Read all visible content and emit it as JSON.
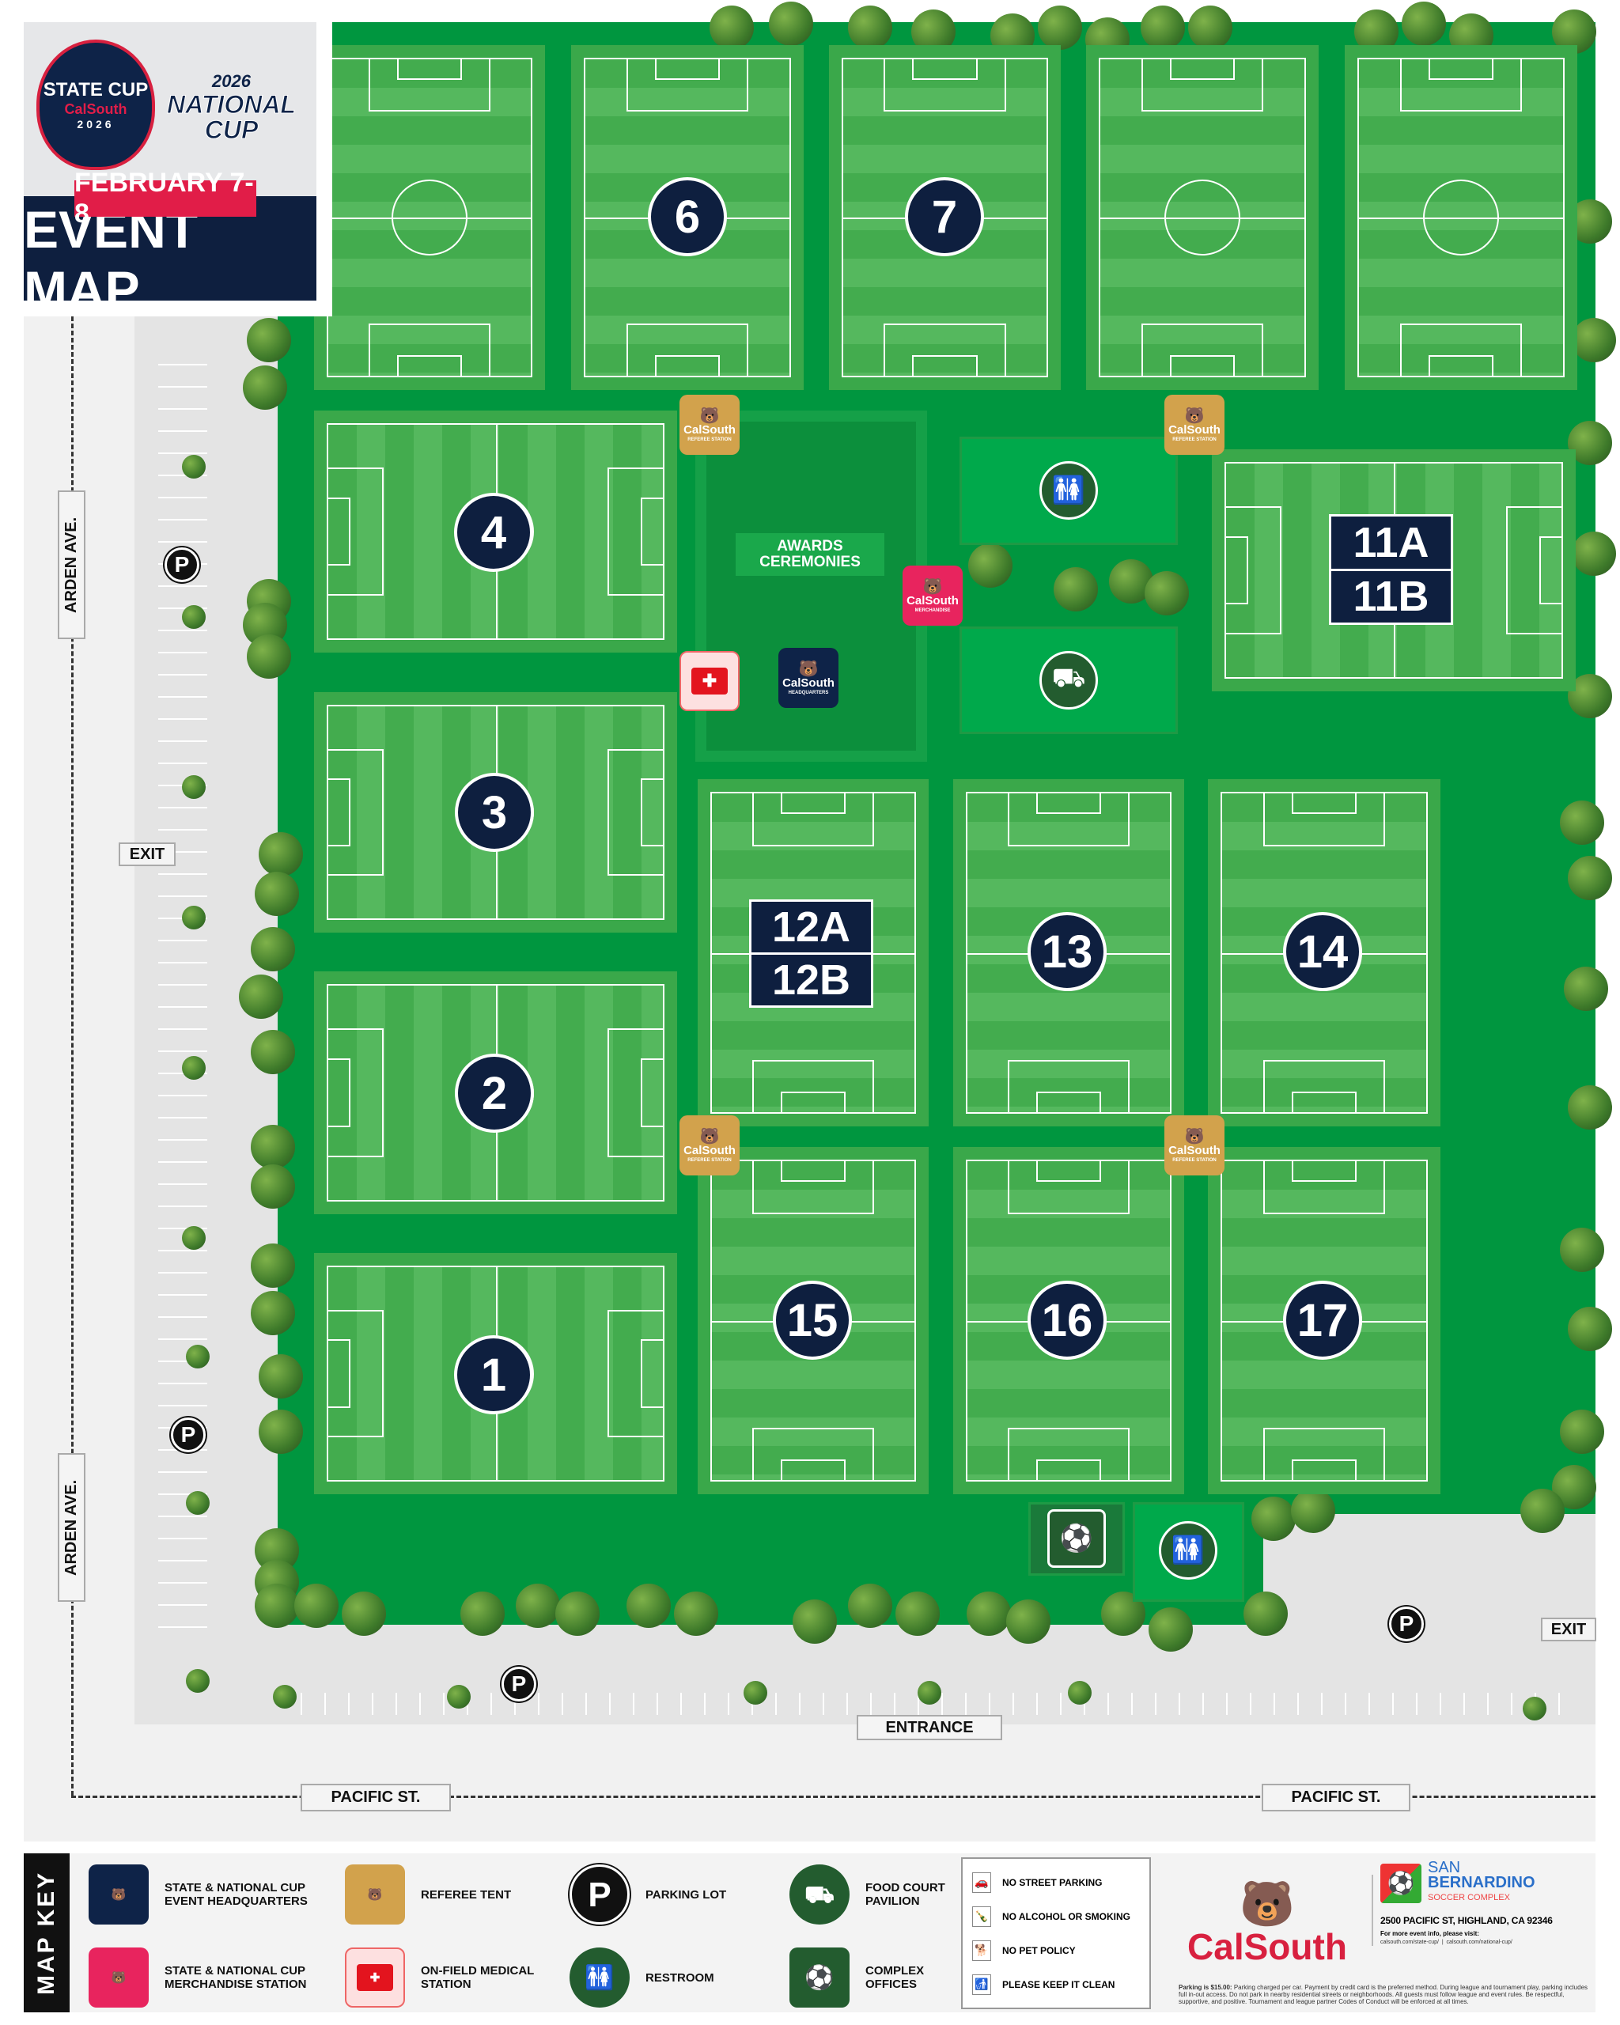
{
  "header": {
    "logo_state_cup": "STATE CUP",
    "logo_brand": "CalSouth",
    "logo_year": "2026",
    "logo_national_year": "2026",
    "logo_national": "NATIONAL CUP",
    "date": "FEBRUARY 7-8",
    "title": "EVENT MAP"
  },
  "roads": {
    "arden_top": "ARDEN AVE.",
    "arden_bottom": "ARDEN AVE.",
    "exit_left": "EXIT",
    "exit_right": "EXIT",
    "pacific_left": "PACIFIC ST.",
    "pacific_right": "PACIFIC ST.",
    "entrance": "ENTRANCE",
    "parking": "P"
  },
  "fields": {
    "f6": "6",
    "f7": "7",
    "f4": "4",
    "f3": "3",
    "f2": "2",
    "f1": "1",
    "f11a": "11A",
    "f11b": "11B",
    "f12a": "12A",
    "f12b": "12B",
    "f13": "13",
    "f14": "14",
    "f15": "15",
    "f16": "16",
    "f17": "17"
  },
  "facilities": {
    "awards": "AWARDS CEREMONIES",
    "brand": "CalSouth",
    "referee_sub": "REFEREE STATION",
    "hq_sub": "HEADQUARTERS",
    "merch_sub": "MERCHANDISE"
  },
  "key": {
    "title": "MAP KEY",
    "items": [
      {
        "label": "STATE & NATIONAL CUP EVENT HEADQUARTERS",
        "icon": "headquarters-icon"
      },
      {
        "label": "STATE & NATIONAL CUP MERCHANDISE STATION",
        "icon": "merchandise-icon"
      },
      {
        "label": "REFEREE TENT",
        "icon": "referee-icon"
      },
      {
        "label": "ON-FIELD MEDICAL STATION",
        "icon": "medical-icon"
      },
      {
        "label": "PARKING LOT",
        "icon": "parking-icon"
      },
      {
        "label": "RESTROOM",
        "icon": "restroom-icon"
      },
      {
        "label": "FOOD COURT PAVILION",
        "icon": "food-cart-icon"
      },
      {
        "label": "COMPLEX OFFICES",
        "icon": "offices-icon"
      }
    ],
    "rules": [
      "NO STREET PARKING",
      "NO ALCOHOL OR SMOKING",
      "NO PET POLICY",
      "PLEASE KEEP IT CLEAN"
    ]
  },
  "footer": {
    "brand": "CalSouth",
    "venue_line1": "SAN",
    "venue_line2": "BERNARDINO",
    "venue_line3": "SOCCER COMPLEX",
    "address": "2500 PACIFIC ST, HIGHLAND, CA 92346",
    "more_info": "For more event info, please visit:",
    "link1": "calsouth.com/state-cup/",
    "link_sep": "|",
    "link2": "calsouth.com/national-cup/",
    "parking_bold": "Parking is $15.00:",
    "parking_text": " Parking charged per car. Payment by credit card is the preferred method. During league and tournament play, parking includes full in-out access. Do not park in nearby residential streets or neighborhoods. All guests must follow league and event rules. Be respectful, supportive, and positive. Tournament and league partner Codes of Conduct will be enforced at all times."
  },
  "colors": {
    "navy": "#0e1f3f",
    "red": "#e11d48",
    "gold": "#d2a24c",
    "green": "#00963f"
  }
}
